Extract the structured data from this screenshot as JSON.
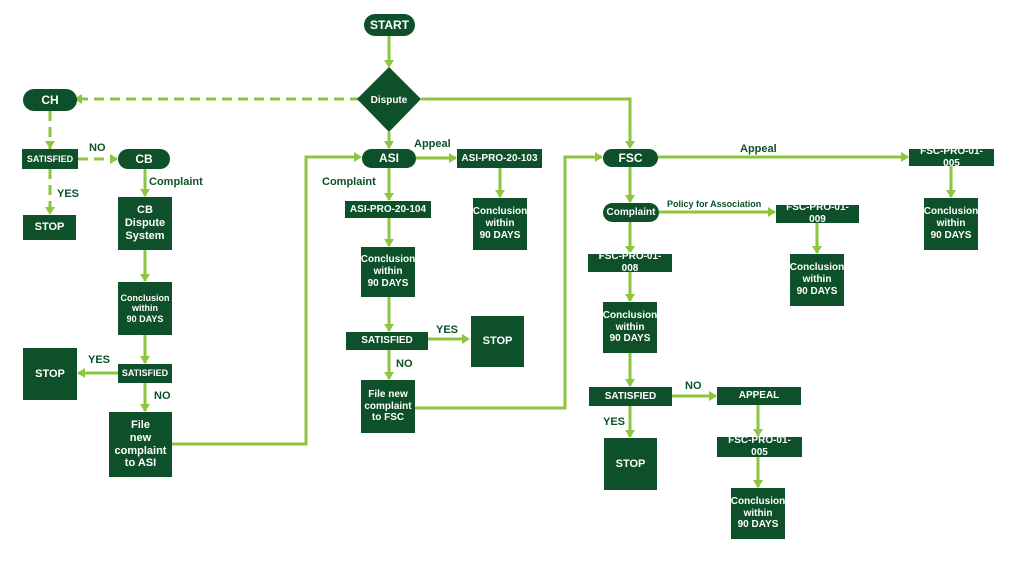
{
  "colors": {
    "node": "#0d5029",
    "line": "#8cc63e"
  },
  "nodes": {
    "start": "START",
    "dispute": "Dispute",
    "ch": "CH",
    "satisfied_ch": "SATISFIED",
    "stop_ch": "STOP",
    "cb": "CB",
    "cb_dispute_system": "CB\nDispute\nSystem",
    "conclusion_cb": "Conclusion\nwithin\n90 DAYS",
    "satisfied_cb": "SATISFIED",
    "stop_cb": "STOP",
    "file_new_complaint_asi": "File\nnew\ncomplaint\nto ASI",
    "asi": "ASI",
    "asi_pro_20_103": "ASI-PRO-20-103",
    "conclusion_asi_103": "Conclusion\nwithin\n90 DAYS",
    "asi_pro_20_104": "ASI-PRO-20-104",
    "conclusion_asi_104": "Conclusion\nwithin\n90 DAYS",
    "satisfied_asi": "SATISFIED",
    "stop_asi": "STOP",
    "file_new_complaint_fsc": "File new\ncomplaint\nto FSC",
    "fsc": "FSC",
    "fsc_pro_01_005_top": "FSC-PRO-01-005",
    "conclusion_fsc_005_top": "Conclusion\nwithin\n90 DAYS",
    "complaint_fsc": "Complaint",
    "fsc_pro_01_009": "FSC-PRO-01-009",
    "conclusion_fsc_009": "Conclusion\nwithin\n90 DAYS",
    "fsc_pro_01_008": "FSC-PRO-01-008",
    "conclusion_fsc_008": "Conclusion\nwithin\n90 DAYS",
    "satisfied_fsc": "SATISFIED",
    "stop_fsc": "STOP",
    "appeal_fsc": "APPEAL",
    "fsc_pro_01_005_bottom": "FSC-PRO-01-005",
    "conclusion_fsc_005_bottom": "Conclusion\nwithin\n90 DAYS"
  },
  "labels": {
    "no_ch": "NO",
    "yes_ch": "YES",
    "complaint_cb": "Complaint",
    "yes_cb": "YES",
    "no_cb": "NO",
    "appeal_asi": "Appeal",
    "complaint_asi": "Complaint",
    "yes_asi": "YES",
    "no_asi": "NO",
    "appeal_fsc": "Appeal",
    "policy_for_association": "Policy for Association",
    "no_fsc": "NO",
    "yes_fsc": "YES"
  }
}
